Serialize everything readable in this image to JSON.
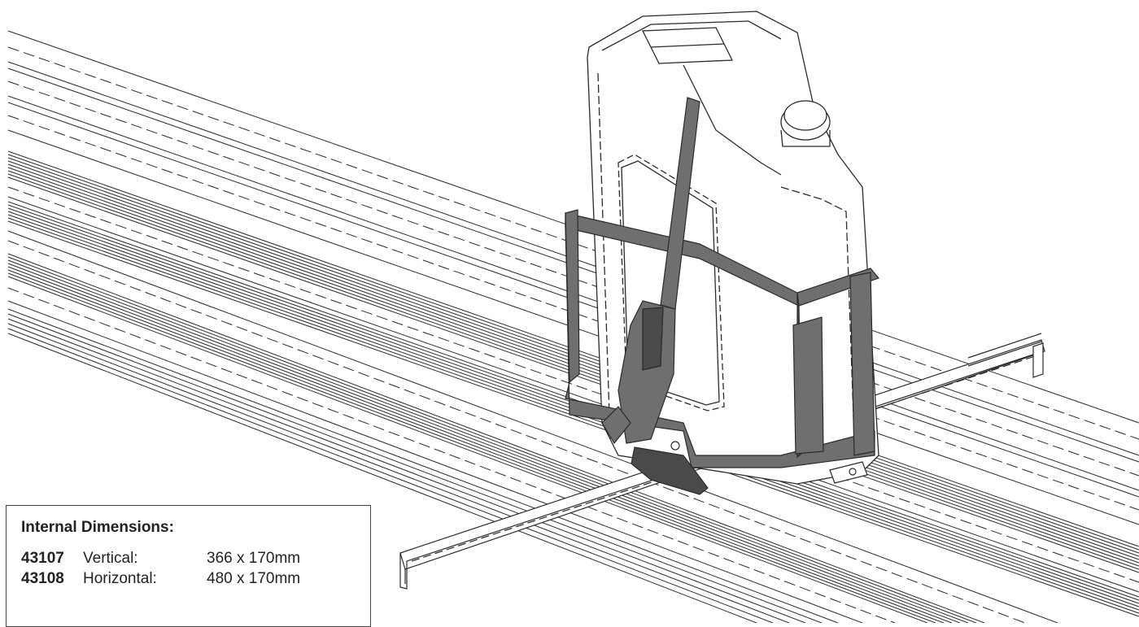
{
  "dimensions_box": {
    "title": "Internal Dimensions:",
    "rows": [
      {
        "code": "43107",
        "orientation": "Vertical:",
        "size": "366 x 170mm"
      },
      {
        "code": "43108",
        "orientation": "Horizontal:",
        "size": "480 x 170mm"
      }
    ]
  },
  "colors": {
    "line": "#2a2a2a",
    "strap": "#6f6f6f",
    "strap_dark": "#4a4a4a",
    "background": "#ffffff"
  }
}
